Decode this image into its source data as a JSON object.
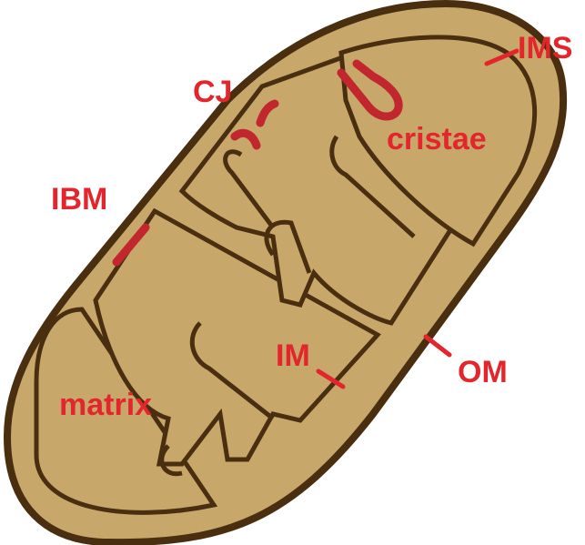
{
  "labels": {
    "ims": "IMS",
    "cj": "CJ",
    "cristae": "cristae",
    "ibm": "IBM",
    "im": "IM",
    "om": "OM",
    "matrix": "matrix"
  },
  "colors": {
    "fill": "#c8a76a",
    "outline": "#4a2e10",
    "label": "#e3262b",
    "highlight": "#c1272d"
  }
}
